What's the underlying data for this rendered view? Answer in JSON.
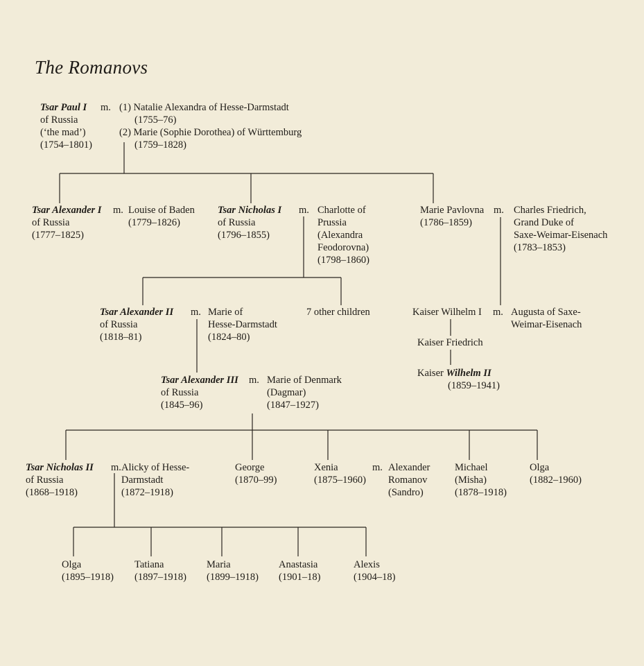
{
  "title": "The Romanovs",
  "marriage_mark": "m.",
  "people": {
    "paul": {
      "name": "Tsar Paul I",
      "lines": [
        "of Russia",
        "(‘the mad’)",
        "(1754–1801)"
      ]
    },
    "paul_wives": {
      "lines": [
        "(1) Natalie Alexandra of Hesse-Darmstadt",
        "(1755–76)",
        "(2) Marie (Sophie Dorothea) of Württemburg",
        "(1759–1828)"
      ]
    },
    "alexander1": {
      "name": "Tsar Alexander I",
      "lines": [
        "of Russia",
        "(1777–1825)"
      ]
    },
    "louise": {
      "lines": [
        "Louise of Baden",
        "(1779–1826)"
      ]
    },
    "nicholas1": {
      "name": "Tsar Nicholas I",
      "lines": [
        "of Russia",
        "(1796–1855)"
      ]
    },
    "charlotte": {
      "lines": [
        "Charlotte of",
        "Prussia",
        "(Alexandra",
        "Feodorovna)",
        "(1798–1860)"
      ]
    },
    "marie_pavlovna": {
      "lines": [
        "Marie Pavlovna",
        "(1786–1859)"
      ]
    },
    "charles_friedrich": {
      "lines": [
        "Charles Friedrich,",
        "Grand Duke of",
        "Saxe-Weimar-Eisenach",
        "(1783–1853)"
      ]
    },
    "alexander2": {
      "name": "Tsar Alexander II",
      "lines": [
        "of Russia",
        "(1818–81)"
      ]
    },
    "marie_hesse": {
      "lines": [
        "Marie of",
        "Hesse-Darmstadt",
        "(1824–80)"
      ]
    },
    "other_children": {
      "lines": [
        "7 other children"
      ]
    },
    "wilhelm1": {
      "lines": [
        "Kaiser Wilhelm I"
      ]
    },
    "augusta": {
      "lines": [
        "Augusta of Saxe-",
        "Weimar-Eisenach"
      ]
    },
    "kaiser_friedrich": {
      "lines": [
        "Kaiser Friedrich"
      ]
    },
    "wilhelm2": {
      "prefix": "Kaiser",
      "name": "Wilhelm II",
      "lines": [
        "(1859–1941)"
      ]
    },
    "alexander3": {
      "name": "Tsar Alexander III",
      "lines": [
        "of Russia",
        "(1845–96)"
      ]
    },
    "marie_denmark": {
      "lines": [
        "Marie of Denmark",
        "(Dagmar)",
        "(1847–1927)"
      ]
    },
    "nicholas2": {
      "name": "Tsar Nicholas II",
      "lines": [
        "of Russia",
        "(1868–1918)"
      ]
    },
    "alicky": {
      "lines": [
        "Alicky of Hesse-",
        "Darmstadt",
        "(1872–1918)"
      ]
    },
    "george": {
      "lines": [
        "George",
        "(1870–99)"
      ]
    },
    "xenia": {
      "lines": [
        "Xenia",
        "(1875–1960)"
      ]
    },
    "alexander_sandro": {
      "lines": [
        "Alexander",
        "Romanov",
        "(Sandro)"
      ]
    },
    "michael": {
      "lines": [
        "Michael",
        "(Misha)",
        "(1878–1918)"
      ]
    },
    "olga_sister": {
      "lines": [
        "Olga",
        "(1882–1960)"
      ]
    },
    "olga": {
      "lines": [
        "Olga",
        "(1895–1918)"
      ]
    },
    "tatiana": {
      "lines": [
        "Tatiana",
        "(1897–1918)"
      ]
    },
    "maria": {
      "lines": [
        "Maria",
        "(1899–1918)"
      ]
    },
    "anastasia": {
      "lines": [
        "Anastasia",
        "(1901–18)"
      ]
    },
    "alexis": {
      "lines": [
        "Alexis",
        "(1904–18)"
      ]
    }
  }
}
